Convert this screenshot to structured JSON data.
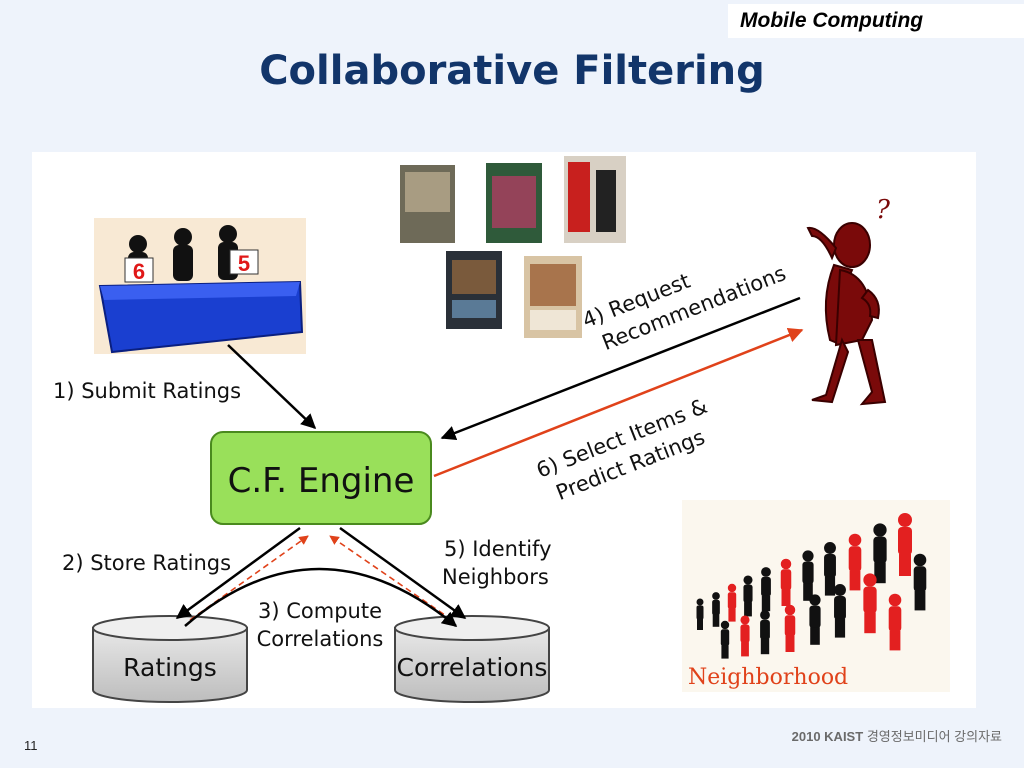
{
  "header": {
    "course_tag": "Mobile Computing",
    "title": "Collaborative Filtering"
  },
  "diagram": {
    "engine_label": "C.F. Engine",
    "db_ratings": "Ratings",
    "db_correlations": "Correlations",
    "step1": "1) Submit Ratings",
    "step2": "2) Store Ratings",
    "step3_line1": "3) Compute",
    "step3_line2": "Correlations",
    "step4_line1": "4) Request",
    "step4_line2": "Recommendations",
    "step5_line1": "5) Identify",
    "step5_line2": "Neighbors",
    "step6_line1": "6) Select Items &",
    "step6_line2": "Predict Ratings",
    "score_left": "6",
    "score_right": "5",
    "neighborhood_label": "Neighborhood",
    "question_mark": "?"
  },
  "colors": {
    "engine_fill": "#99e05a",
    "arrow_black": "#000000",
    "arrow_red": "#e0421a",
    "person_red": "#7a0a0a",
    "title_navy": "#12356a"
  },
  "footer": {
    "org": "2010 KAIST",
    "subtitle": "경영정보미디어 강의자료",
    "page_number": "11"
  }
}
